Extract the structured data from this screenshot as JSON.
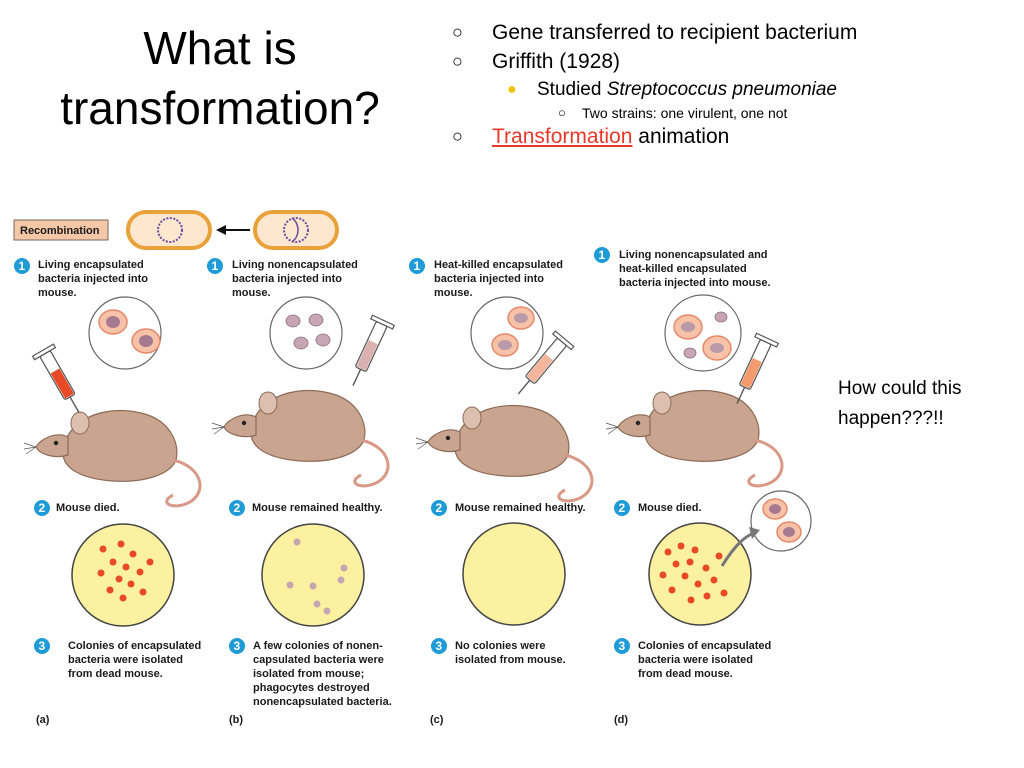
{
  "title": {
    "line1": "What is",
    "line2": "transformation?"
  },
  "bullets": {
    "b1": "Gene transferred to recipient bacterium",
    "b2": "Griffith (1928)",
    "b3_prefix": "Studied ",
    "b3_species": "Streptococcus pneumoniae",
    "b4": "Two strains: one virulent, one not",
    "b5_link": "Transformation",
    "b5_rest": " animation",
    "marker": "○",
    "sub_marker": "●"
  },
  "side_note": {
    "line1": "How could this",
    "line2": "happen???!!"
  },
  "figure": {
    "recombination_label": "Recombination",
    "panels": [
      {
        "letter": "(a)",
        "step1": [
          "Living encapsulated",
          "bacteria injected into",
          "mouse."
        ],
        "step2": "Mouse died.",
        "step3": [
          "Colonies of encapsulated",
          "bacteria were isolated",
          "from dead mouse."
        ]
      },
      {
        "letter": "(b)",
        "step1": [
          "Living nonencapsulated",
          "bacteria injected into",
          "mouse."
        ],
        "step2": "Mouse remained healthy.",
        "step3": [
          "A few colonies of nonen-",
          "capsulated bacteria were",
          "isolated from mouse;",
          "phagocytes destroyed",
          "nonencapsulated bacteria."
        ]
      },
      {
        "letter": "(c)",
        "step1": [
          "Heat-killed encapsulated",
          "bacteria injected into",
          "mouse."
        ],
        "step2": "Mouse remained healthy.",
        "step3": [
          "No colonies were",
          "isolated from mouse."
        ]
      },
      {
        "letter": "(d)",
        "step1": [
          "Living nonencapsulated and",
          "heat-killed encapsulated",
          "bacteria injected into mouse."
        ],
        "step2": "Mouse died.",
        "step3": [
          "Colonies of encapsulated",
          "bacteria were isolated",
          "from dead mouse."
        ]
      }
    ],
    "step_numbers": [
      "1",
      "2",
      "3"
    ]
  },
  "colors": {
    "step_circle": "#1f9bd7",
    "mouse": "#c9a48f",
    "plate_agar": "#fbf1a0",
    "colony_red": "#e84a27",
    "colony_pale": "#c6a6b2",
    "link": "#e8382a",
    "bullet_yellow": "#f3c30a"
  }
}
